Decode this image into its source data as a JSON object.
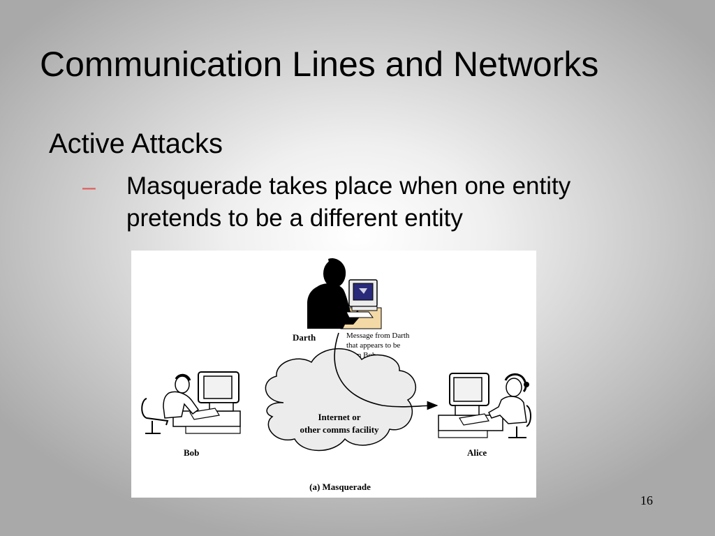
{
  "slide": {
    "title": "Communication Lines and Networks",
    "bullet": "Active Attacks",
    "subbullet_dash": "–",
    "subbullet_lines": [
      "Masquerade takes place when one entity",
      "pretends to be a different entity"
    ],
    "page_number": "16"
  },
  "figure": {
    "darth_label": "Darth",
    "message_lines": [
      "Message from Darth",
      "that appears to be",
      "from Bob"
    ],
    "cloud_lines": [
      "Internet or",
      "other comms facility"
    ],
    "bob_label": "Bob",
    "alice_label": "Alice",
    "caption": "(a) Masquerade"
  }
}
